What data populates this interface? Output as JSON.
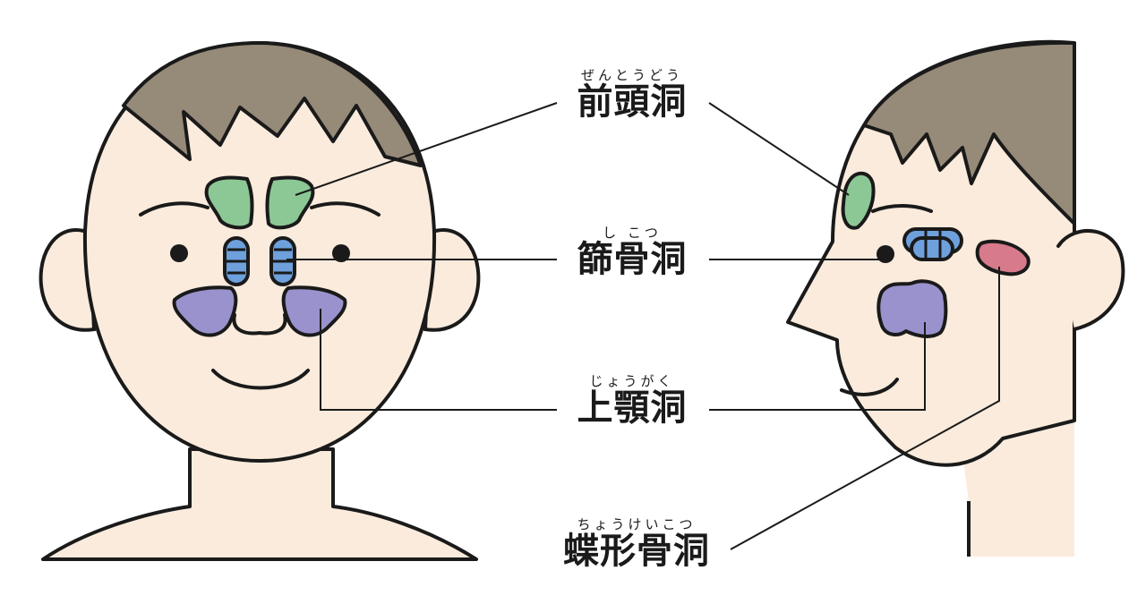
{
  "labels": {
    "frontal": {
      "ruby": "ぜんとうどう",
      "term": "前頭洞",
      "color": "#8cc896"
    },
    "ethmoid": {
      "ruby": "し こつ",
      "term": "篩骨洞",
      "color": "#6ea0dc"
    },
    "maxillary": {
      "ruby": "じょうがく",
      "term": "上顎洞",
      "color": "#9a92cd"
    },
    "sphenoid": {
      "ruby": "ちょうけいこつ",
      "term": "蝶形骨洞",
      "color": "#d67a8c"
    }
  },
  "colors": {
    "skin": "#faebdc",
    "hair": "#968a78",
    "outline": "#1a1a1a"
  }
}
